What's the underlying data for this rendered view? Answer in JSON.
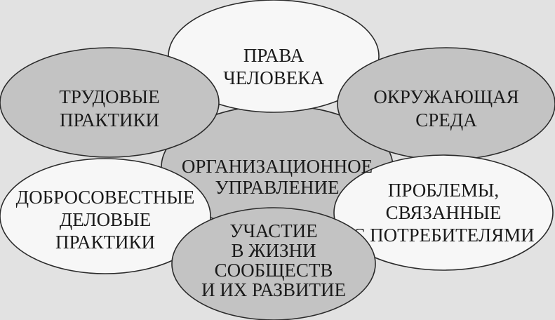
{
  "colors": {
    "background": "#e2e2e2",
    "grey_ellipse": "#c3c3c3",
    "white_ellipse": "#f7f7f7",
    "stroke": "#2a2a2a"
  },
  "nodes": [
    {
      "id": "center",
      "lines": [
        "ОРГАНИЗАЦИОННОЕ",
        "УПРАВЛЕНИЕ"
      ],
      "fill": "grey"
    },
    {
      "id": "human-rights",
      "lines": [
        "ПРАВА",
        "ЧЕЛОВЕКА"
      ],
      "fill": "white"
    },
    {
      "id": "labour-practices",
      "lines": [
        "ТРУДОВЫЕ",
        "ПРАКТИКИ"
      ],
      "fill": "grey"
    },
    {
      "id": "environment",
      "lines": [
        "ОКРУЖАЮЩАЯ",
        "СРЕДА"
      ],
      "fill": "grey"
    },
    {
      "id": "fair-operating-practices",
      "lines": [
        "ДОБРОСОВЕСТНЫЕ",
        "ДЕЛОВЫЕ",
        "ПРАКТИКИ"
      ],
      "fill": "white"
    },
    {
      "id": "consumer-issues",
      "lines": [
        "ПРОБЛЕМЫ,",
        "СВЯЗАННЫЕ",
        "С ПОТРЕБИТЕЛЯМИ"
      ],
      "fill": "white"
    },
    {
      "id": "community-involvement",
      "lines": [
        "УЧАСТИЕ",
        "В ЖИЗНИ",
        "СООБЩЕСТВ",
        "И ИХ РАЗВИТИЕ"
      ],
      "fill": "grey"
    }
  ]
}
